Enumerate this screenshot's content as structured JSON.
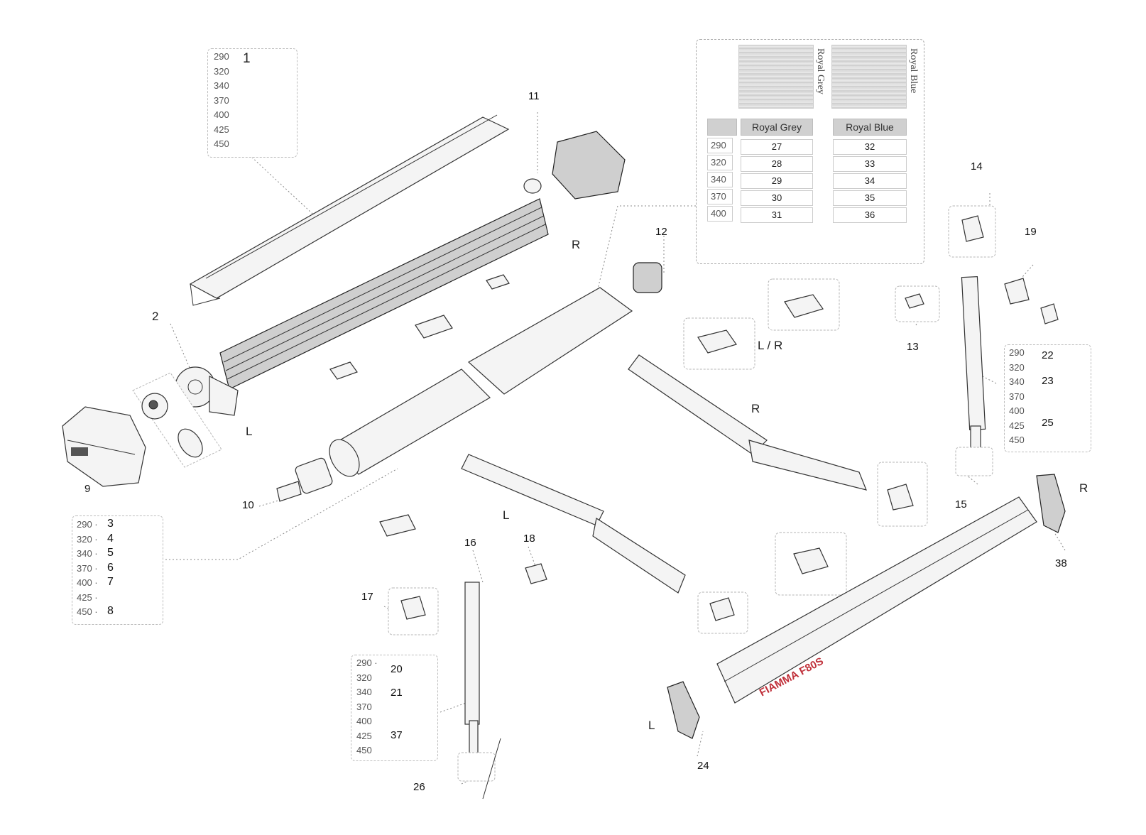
{
  "colour_panel": {
    "swatch_labels": [
      "Royal Grey",
      "Royal Blue"
    ],
    "headers": [
      "Royal Grey",
      "Royal Blue"
    ],
    "sizes": [
      "290",
      "320",
      "340",
      "370",
      "400"
    ],
    "royal_grey_parts": [
      "27",
      "28",
      "29",
      "30",
      "31"
    ],
    "royal_blue_parts": [
      "32",
      "33",
      "34",
      "35",
      "36"
    ]
  },
  "box_1": {
    "sizes": [
      "290",
      "320",
      "340",
      "370",
      "400",
      "425",
      "450"
    ],
    "part": "1"
  },
  "box_3_8": {
    "sizes": [
      "290 ·",
      "320 ·",
      "340 ·",
      "370 ·",
      "400 ·",
      "425 ·",
      "450 ·"
    ],
    "parts": [
      "3",
      "4",
      "5",
      "6",
      "7",
      "",
      "8"
    ]
  },
  "box_20": {
    "sizes": [
      "290 ·",
      "320",
      "340",
      "370",
      "400",
      "425",
      "450"
    ],
    "parts": [
      "20",
      "21",
      "37"
    ]
  },
  "box_22": {
    "sizes": [
      "290",
      "320",
      "340",
      "370",
      "400",
      "425",
      "450"
    ],
    "parts": [
      "22",
      "23",
      "25"
    ]
  },
  "part_numbers": {
    "p2": "2",
    "p9": "9",
    "p10": "10",
    "p11": "11",
    "p12": "12",
    "p13": "13",
    "p14": "14",
    "p15": "15",
    "p16": "16",
    "p17": "17",
    "p18": "18",
    "p19": "19",
    "p24": "24",
    "p26": "26",
    "p38": "38"
  },
  "side_labels": {
    "r_top": "R",
    "l_left": "L",
    "lr": "L / R",
    "r_arm": "R",
    "l_arm": "L",
    "r_end": "R",
    "l_end": "L"
  },
  "brand": {
    "logo_text": "FIAMMA F80S",
    "logo_color": "#c0303a"
  }
}
